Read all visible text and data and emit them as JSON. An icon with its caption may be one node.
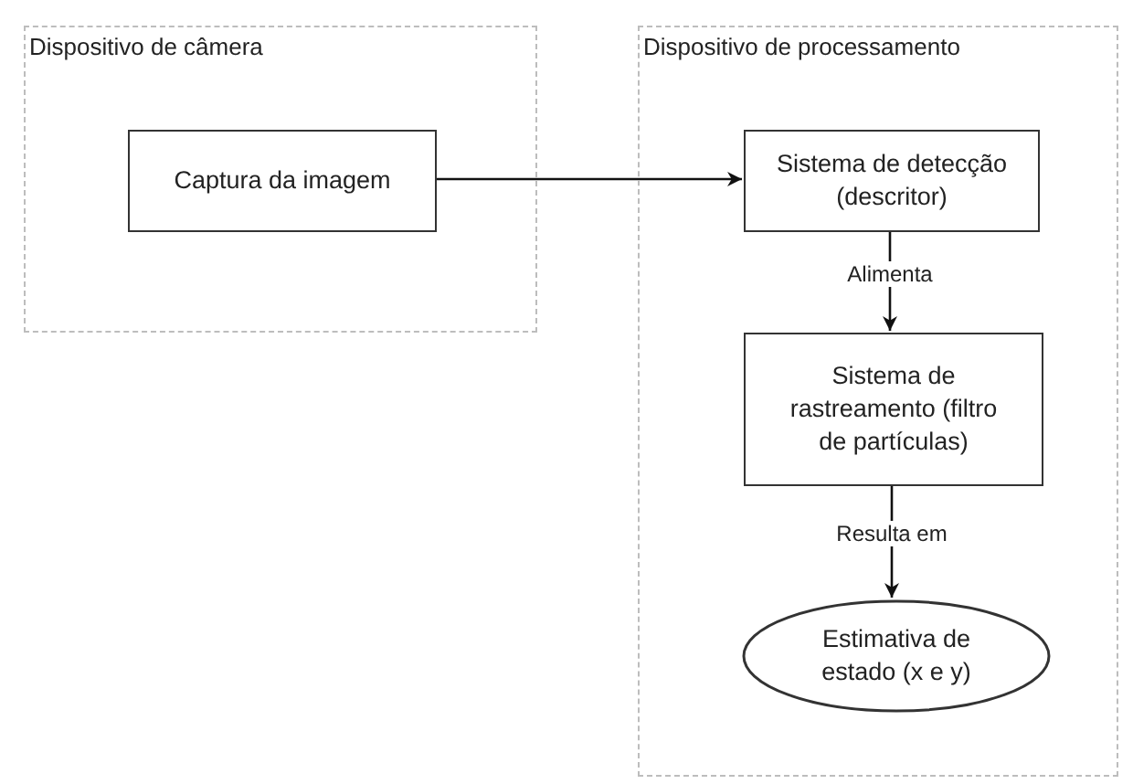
{
  "diagram": {
    "nodes": [
      {
        "text": [
          "Dispositivo de câmera"
        ]
      },
      {
        "text": [
          "Captura da imagem"
        ],
        "in": 0
      },
      {
        "text": [
          "Dispositivo de processamento"
        ]
      },
      {
        "text": [
          "Sistema de detecção (descritor)"
        ],
        "in": 2
      },
      {
        "text": [
          "Sistema de rastreamento (filtro de partículas)"
        ],
        "in": 2
      },
      {
        "text": [
          "Estimativa de estado (x e y)"
        ],
        "in": 2
      }
    ],
    "edges": [
      {
        "from": 1,
        "to": 3,
        "arrow": "to"
      },
      {
        "from": 3,
        "to": 4,
        "arrow": "to",
        "label": "Alimenta"
      },
      {
        "from": 4,
        "to": 5,
        "arrow": "to",
        "label": "Resulta em"
      }
    ]
  }
}
